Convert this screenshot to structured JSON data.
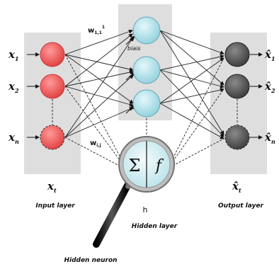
{
  "layers": {
    "input": {
      "title": "Input layer",
      "footer_symbol": "x",
      "footer_sub": "t",
      "inputs": [
        "x",
        "x",
        "x"
      ],
      "input_subs": [
        "1",
        "2",
        "n"
      ]
    },
    "hidden": {
      "title": "Hidden layer",
      "bias_label": "biais",
      "h_label": "h"
    },
    "output": {
      "title": "Output layer",
      "footer_symbol": "x̂",
      "footer_sub": "t",
      "outputs": [
        "x̂",
        "x̂",
        "x̂"
      ],
      "output_subs": [
        "1",
        "2",
        "n"
      ]
    }
  },
  "weights": {
    "w11_base": "w",
    "w11_sub": "1,1",
    "w11_sup": "1",
    "wij_base": "w",
    "wij_sub": "i,j"
  },
  "magnifier": {
    "sum_symbol": "Σ",
    "func_symbol": "f"
  },
  "caption": "Hidden neuron",
  "colors": {
    "panel": "#dedede",
    "input_node": "#ee5a5a",
    "hidden_node": "#b8e3ea",
    "output_node": "#5e5e5e",
    "lens_rim": "#9a9a9a",
    "handle": "#1a1a1a"
  }
}
